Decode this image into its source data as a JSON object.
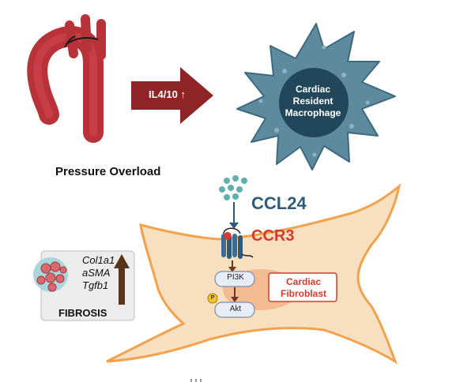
{
  "labels": {
    "pressure_overload": "Pressure Overload",
    "il_text": "IL4/10 ↑",
    "macrophage_line1": "Cardiac",
    "macrophage_line2": "Resident",
    "macrophage_line3": "Macrophage",
    "ccl24": "CCL24",
    "ccr3": "CCR3",
    "pi3k": "PI3K",
    "akt": "Akt",
    "p": "P",
    "fibroblast_line1": "Cardiac",
    "fibroblast_line2": "Fibroblast",
    "genes": [
      "Col1a1",
      "aSMA",
      "Tgfb1"
    ],
    "fibrosis": "FIBROSIS"
  },
  "colors": {
    "aorta": "#b8323a",
    "arrow_red": "#8e2426",
    "macrophage": "#5e8a9e",
    "macrophage_nucleus": "#22465a",
    "ccl_dots": "#5fb0ae",
    "fibroblast": "#f8dfc0",
    "fibroblast_outline": "#f2a24c",
    "receptor": "#3b6d96",
    "ccr3_text": "#d53a2c",
    "ccl24_text": "#2f5a78"
  }
}
